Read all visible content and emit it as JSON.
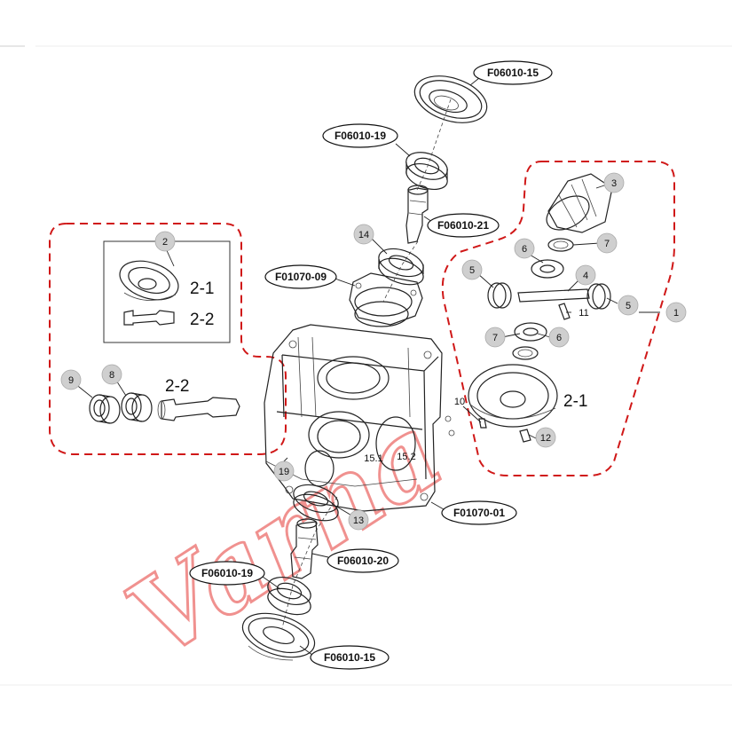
{
  "callouts": {
    "top_bearing_cover": "F06010-15",
    "top_bearing": "F06010-19",
    "top_shaft": "F06010-21",
    "top_flange": "F01070-09",
    "housing": "F01070-01",
    "bottom_shaft": "F06010-20",
    "bottom_bearing": "F06010-19",
    "bottom_bearing_cover": "F06010-15"
  },
  "numbers": {
    "n1": "1",
    "n2": "2",
    "n3": "3",
    "n4": "4",
    "n5a": "5",
    "n5b": "5",
    "n6a": "6",
    "n6b": "6",
    "n7a": "7",
    "n7b": "7",
    "n8": "8",
    "n9": "9",
    "n10": "10",
    "n11": "11",
    "n12": "12",
    "n13": "13",
    "n14": "14",
    "n15_1": "15.1",
    "n15_2": "15.2",
    "n19": "19"
  },
  "inline_labels": {
    "box_gear": "2-1",
    "box_shaft": "2-2",
    "left_shaft": "2-2",
    "right_gear": "2-1"
  },
  "watermark": "Varna",
  "colors": {
    "dashed_outline": "#d01818",
    "watermark": "#e53935",
    "badge": "#cfcfcf"
  }
}
